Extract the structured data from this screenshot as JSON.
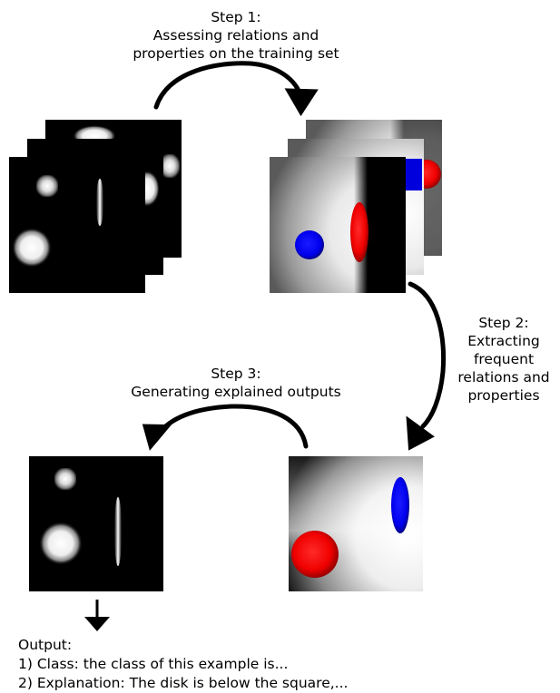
{
  "steps": {
    "step1": {
      "line1": "Step 1:",
      "line2": "Assessing relations and",
      "line3": "properties on the training set"
    },
    "step2": {
      "line1": "Step 2:",
      "line2": "Extracting",
      "line3": "frequent",
      "line4": "relations and",
      "line5": "properties"
    },
    "step3": {
      "line1": "Step 3:",
      "line2": "Generating explained outputs"
    }
  },
  "output": {
    "heading": "Output:",
    "line1": "1) Class: the class of this example is...",
    "line2": "2) Explanation: The disk is below the square,..."
  },
  "colors": {
    "background": "#ffffff",
    "image_black": "#000000",
    "disk_red": "#ff0000",
    "disk_blue": "#0000ff",
    "arrow": "#000000"
  }
}
